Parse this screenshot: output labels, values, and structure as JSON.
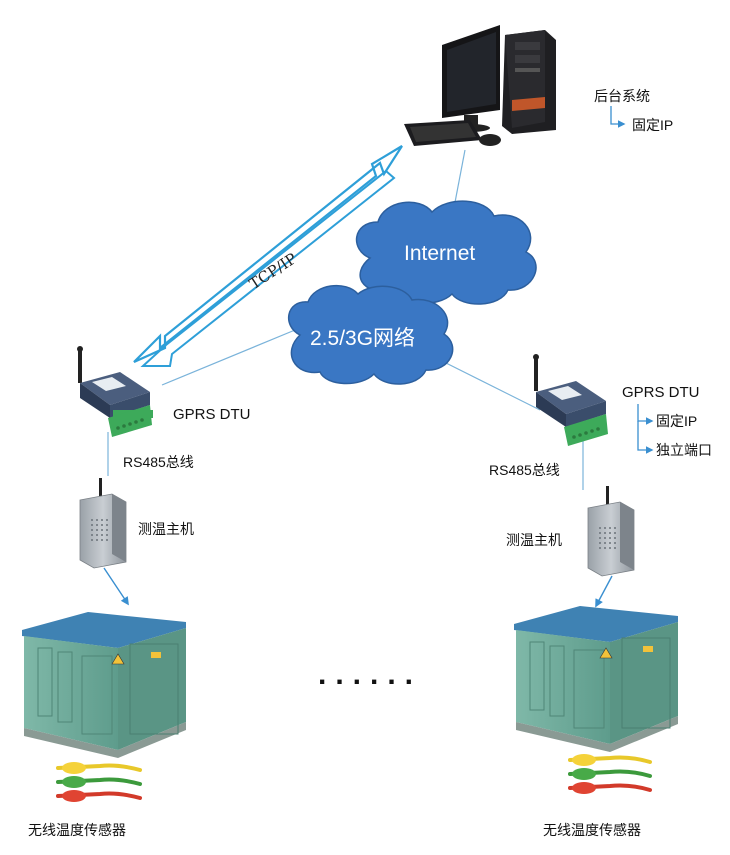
{
  "labels": {
    "backend_system": "后台系统",
    "backend_fixed_ip": "固定IP",
    "internet": "Internet",
    "network": "2.5/3G网络",
    "tcp_ip": "TCP/IP",
    "left": {
      "dtu": "GPRS DTU",
      "bus": "RS485总线",
      "host": "测温主机",
      "sensor": "无线温度传感器"
    },
    "right": {
      "dtu": "GPRS DTU",
      "fixed_ip": "固定IP",
      "port": "独立端口",
      "bus": "RS485总线",
      "host": "测温主机",
      "sensor": "无线温度传感器"
    },
    "ellipsis": "......"
  },
  "colors": {
    "cloud": "#3a77c4",
    "cloud_edge": "#2c5f9e",
    "arrow": "#2e9fd8",
    "line": "#7ab3da",
    "cabinet": "#6aa99a",
    "cabinet_roof": "#3f82b3",
    "dtu_body": "#3a4d6b",
    "terminal": "#3daa5a"
  }
}
